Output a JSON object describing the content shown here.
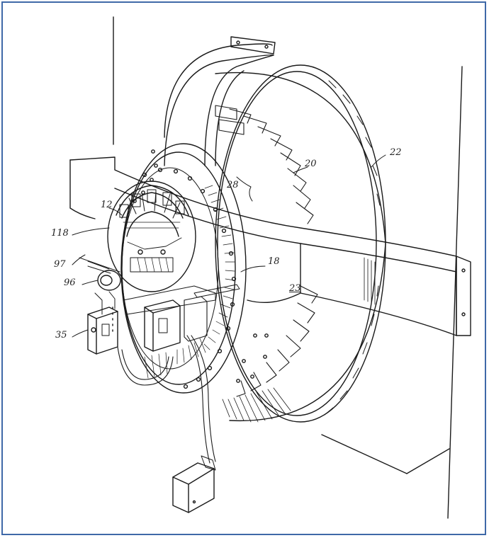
{
  "figure": {
    "labels": {
      "l22": "22",
      "l20": "20",
      "l28": "28",
      "l12": "12",
      "l118": "118",
      "l97": "97",
      "l96": "96",
      "l18": "18",
      "l23": "23",
      "l35": "35"
    }
  }
}
